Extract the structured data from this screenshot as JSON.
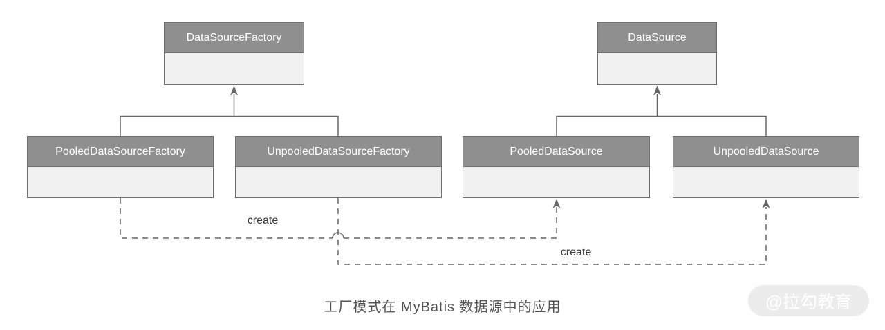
{
  "diagram": {
    "title_caption": "工厂模式在 MyBatis 数据源中的应用",
    "watermark": "@拉勾教育",
    "classes": [
      {
        "id": "data-source-factory",
        "label": "DataSourceFactory"
      },
      {
        "id": "data-source",
        "label": "DataSource"
      },
      {
        "id": "pooled-data-source-factory",
        "label": "PooledDataSourceFactory"
      },
      {
        "id": "unpooled-data-source-factory",
        "label": "UnpooledDataSourceFactory"
      },
      {
        "id": "pooled-data-source",
        "label": "PooledDataSource"
      },
      {
        "id": "unpooled-data-source",
        "label": "UnpooledDataSource"
      }
    ],
    "edges": [
      {
        "type": "inheritance",
        "from": "PooledDataSourceFactory",
        "to": "DataSourceFactory",
        "label": ""
      },
      {
        "type": "inheritance",
        "from": "UnpooledDataSourceFactory",
        "to": "DataSourceFactory",
        "label": ""
      },
      {
        "type": "inheritance",
        "from": "PooledDataSource",
        "to": "DataSource",
        "label": ""
      },
      {
        "type": "inheritance",
        "from": "UnpooledDataSource",
        "to": "DataSource",
        "label": ""
      },
      {
        "type": "create-dashed",
        "from": "PooledDataSourceFactory",
        "to": "PooledDataSource",
        "label": "create"
      },
      {
        "type": "create-dashed",
        "from": "UnpooledDataSourceFactory",
        "to": "UnpooledDataSource",
        "label": "create"
      }
    ],
    "colors": {
      "class_header_bg": "#8f8f8f",
      "class_body_bg": "#f1f1f1",
      "class_border": "#6e6e6e",
      "class_header_text": "#ffffff",
      "connector": "#666666",
      "create_label_text": "#383838",
      "caption_text": "#555555",
      "watermark_bg": "#ececec",
      "watermark_text": "#ffffff"
    }
  }
}
